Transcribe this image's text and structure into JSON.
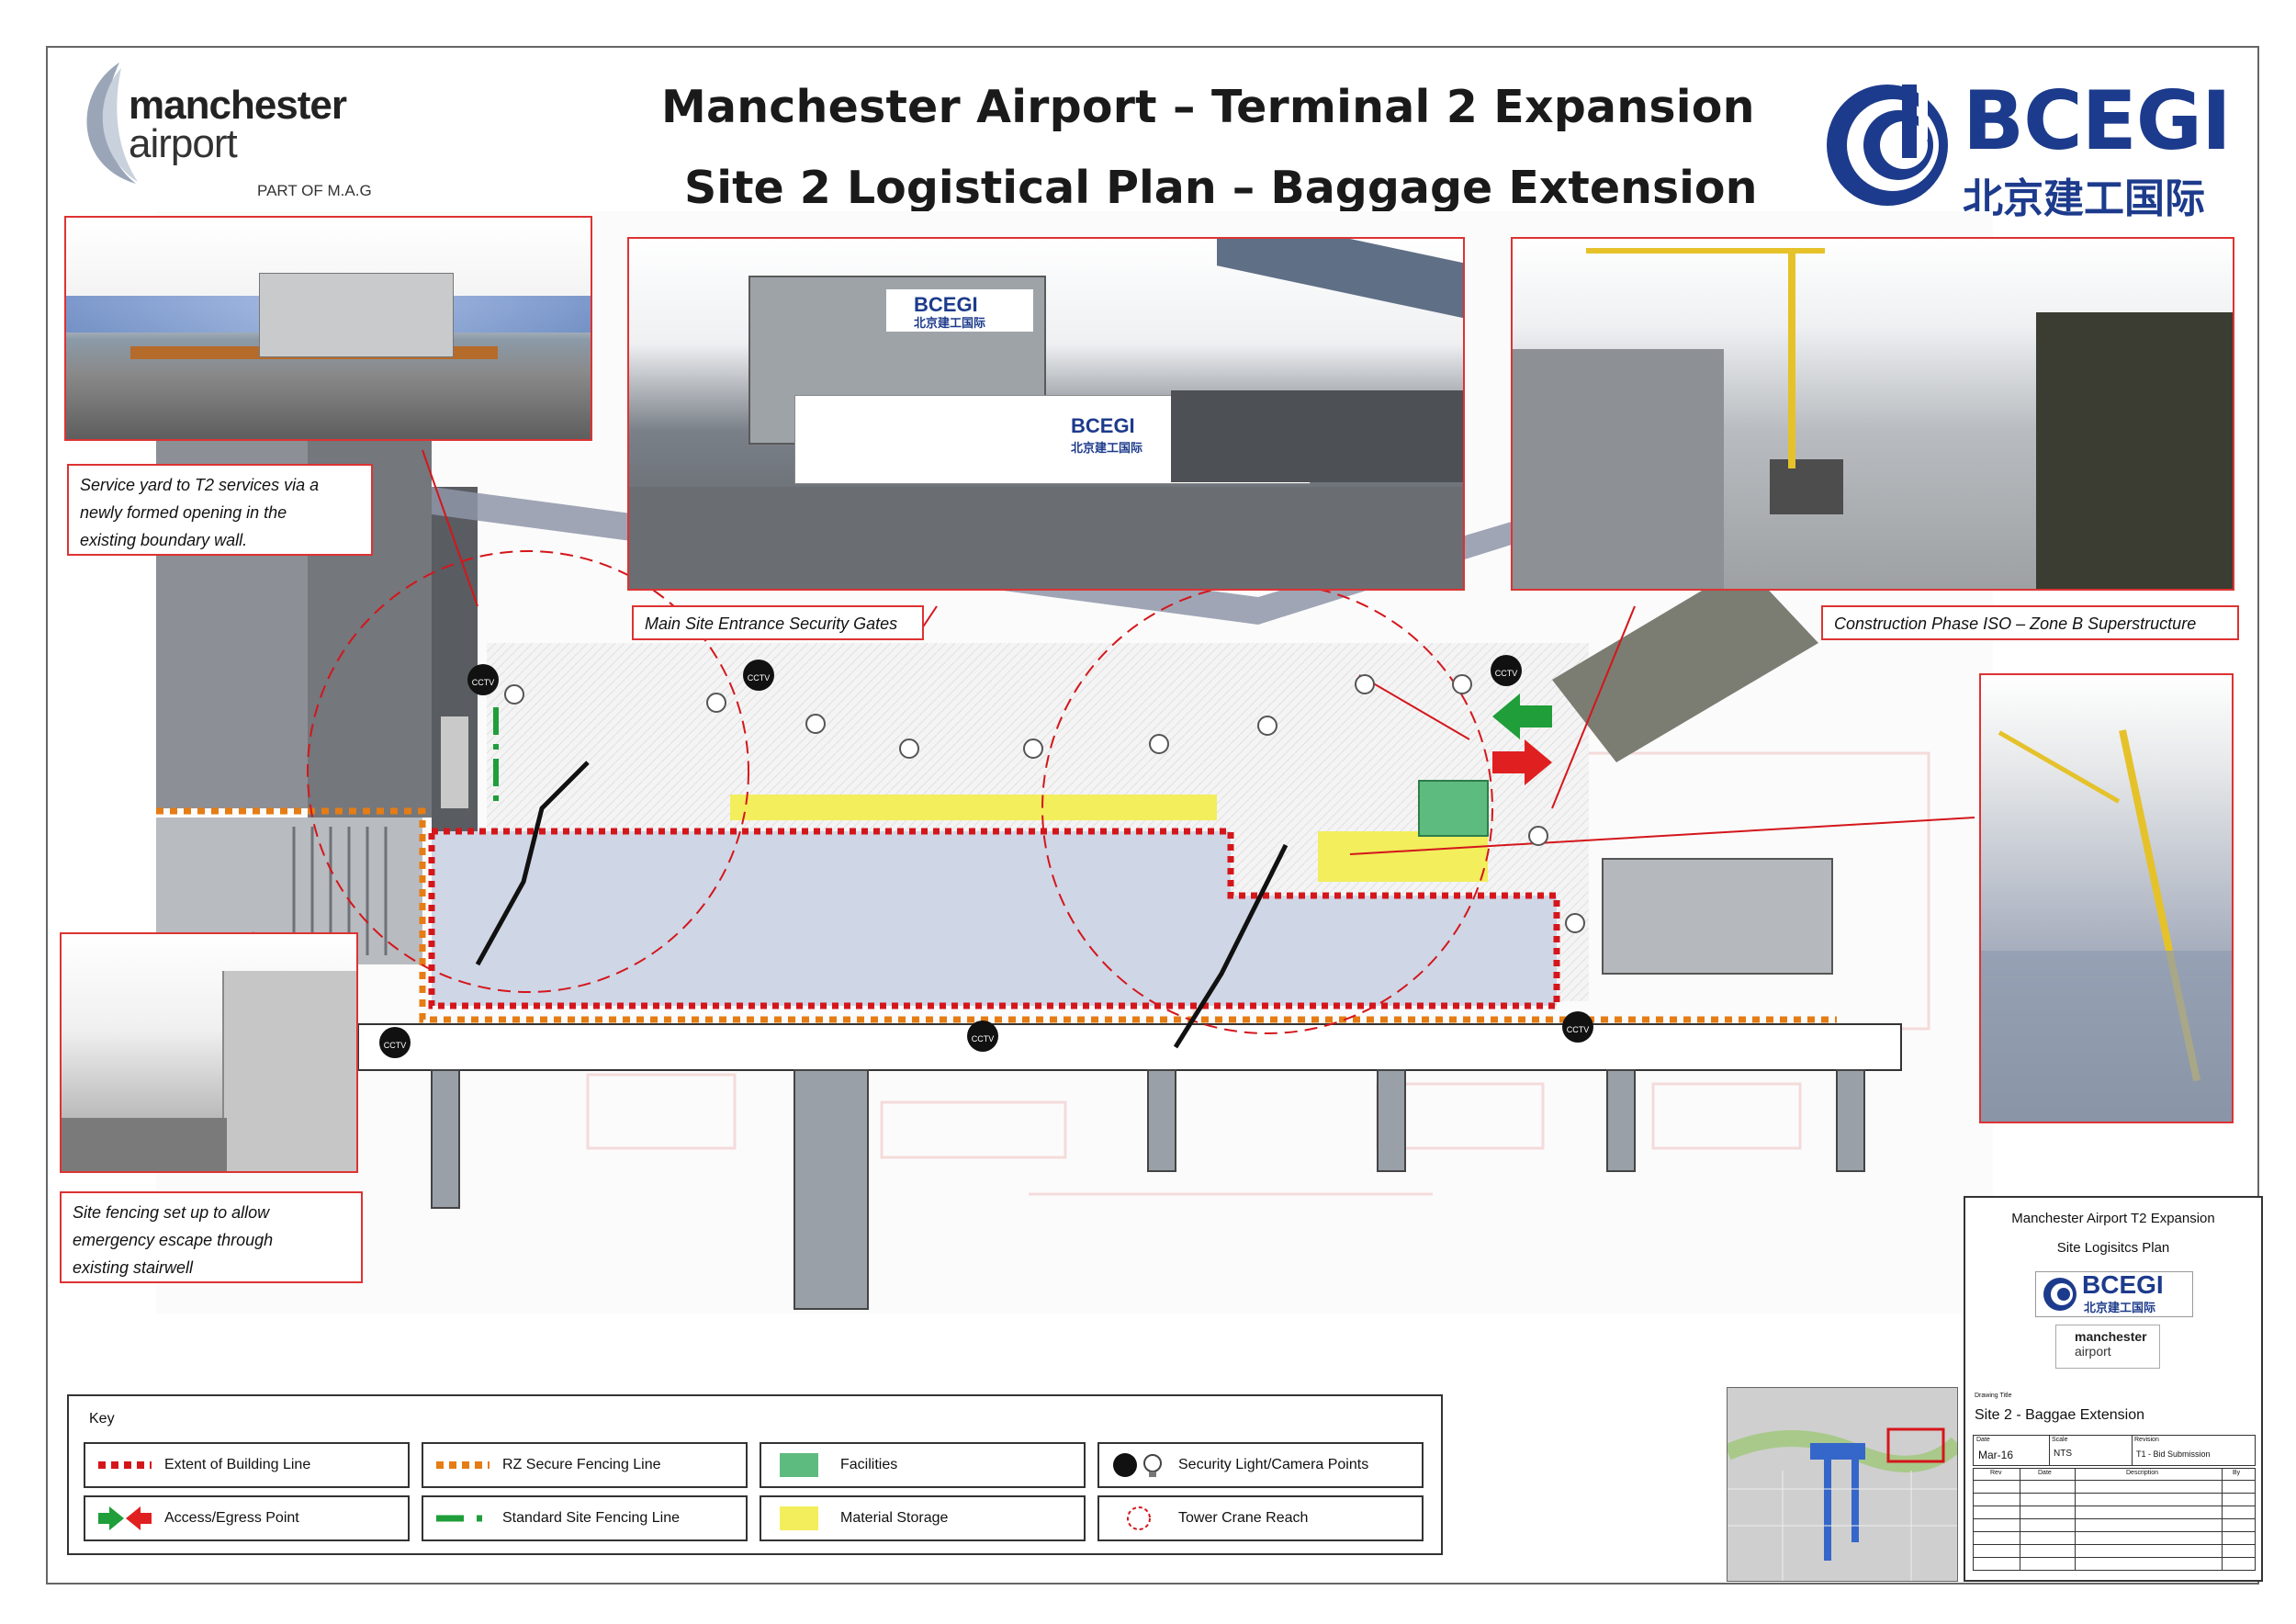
{
  "header": {
    "title_line1": "Manchester Airport – Terminal 2 Expansion",
    "title_line2": "Site 2 Logistical Plan – Baggage Extension"
  },
  "logos": {
    "client_name_line1": "manchester",
    "client_name_line2": "airport",
    "client_tagline": "PART OF M.A.G",
    "contractor_name": "BCEGI",
    "contractor_chinese": "北京建工国际"
  },
  "callouts": {
    "service_yard": [
      "Service yard to T2 services via a",
      "newly formed opening in the",
      "existing boundary wall."
    ],
    "main_entrance": "Main Site Entrance Security Gates",
    "construction_phase": "Construction Phase ISO – Zone B Superstructure",
    "site_fencing": [
      "Site fencing set up to allow",
      "emergency escape through",
      "existing stairwell"
    ]
  },
  "photo_signage": {
    "cabin_brand": "BCEGI",
    "cabin_chinese": "北京建工国际"
  },
  "map_labels": {
    "cctv": "CCTV"
  },
  "key": {
    "title": "Key",
    "items": [
      {
        "label": "Extent of Building Line",
        "symbol": "red-dotted-line"
      },
      {
        "label": "RZ Secure Fencing Line",
        "symbol": "orange-dotted-line"
      },
      {
        "label": "Facilities",
        "symbol": "green-box"
      },
      {
        "label": "Security Light/Camera Points",
        "symbol": "cctv-light-icon"
      },
      {
        "label": "Access/Egress Point",
        "symbol": "green-red-arrows"
      },
      {
        "label": "Standard Site Fencing Line",
        "symbol": "green-dashed-line"
      },
      {
        "label": "Material Storage",
        "symbol": "yellow-box"
      },
      {
        "label": "Tower Crane Reach",
        "symbol": "red-dashed-circle"
      }
    ]
  },
  "title_block": {
    "project": "Manchester Airport T2 Expansion",
    "plan": "Site Logisitcs Plan",
    "contractor": "BCEGI",
    "contractor_chinese": "北京建工国际",
    "client_line1": "manchester",
    "client_line2": "airport",
    "drawing_title_label": "Drawing Title",
    "drawing_title": "Site 2  - Baggae Extension",
    "date_label": "Date",
    "date_value": "Mar-16",
    "scale_label": "Scale",
    "scale_value": "NTS",
    "revision_label": "Revision",
    "revision_value": "T1 - Bid Submission",
    "rev_col": "Rev",
    "date_col": "Date",
    "description_col": "Description",
    "by_col": "By"
  },
  "colors": {
    "building_line": "#d4161b",
    "rz_fencing": "#e57c14",
    "site_fencing": "#1f9e3a",
    "facilities": "#5dbb80",
    "material_storage": "#f2ee5c",
    "bcegi_blue": "#1d3b8c",
    "building_fill": "#cfd6e6"
  }
}
